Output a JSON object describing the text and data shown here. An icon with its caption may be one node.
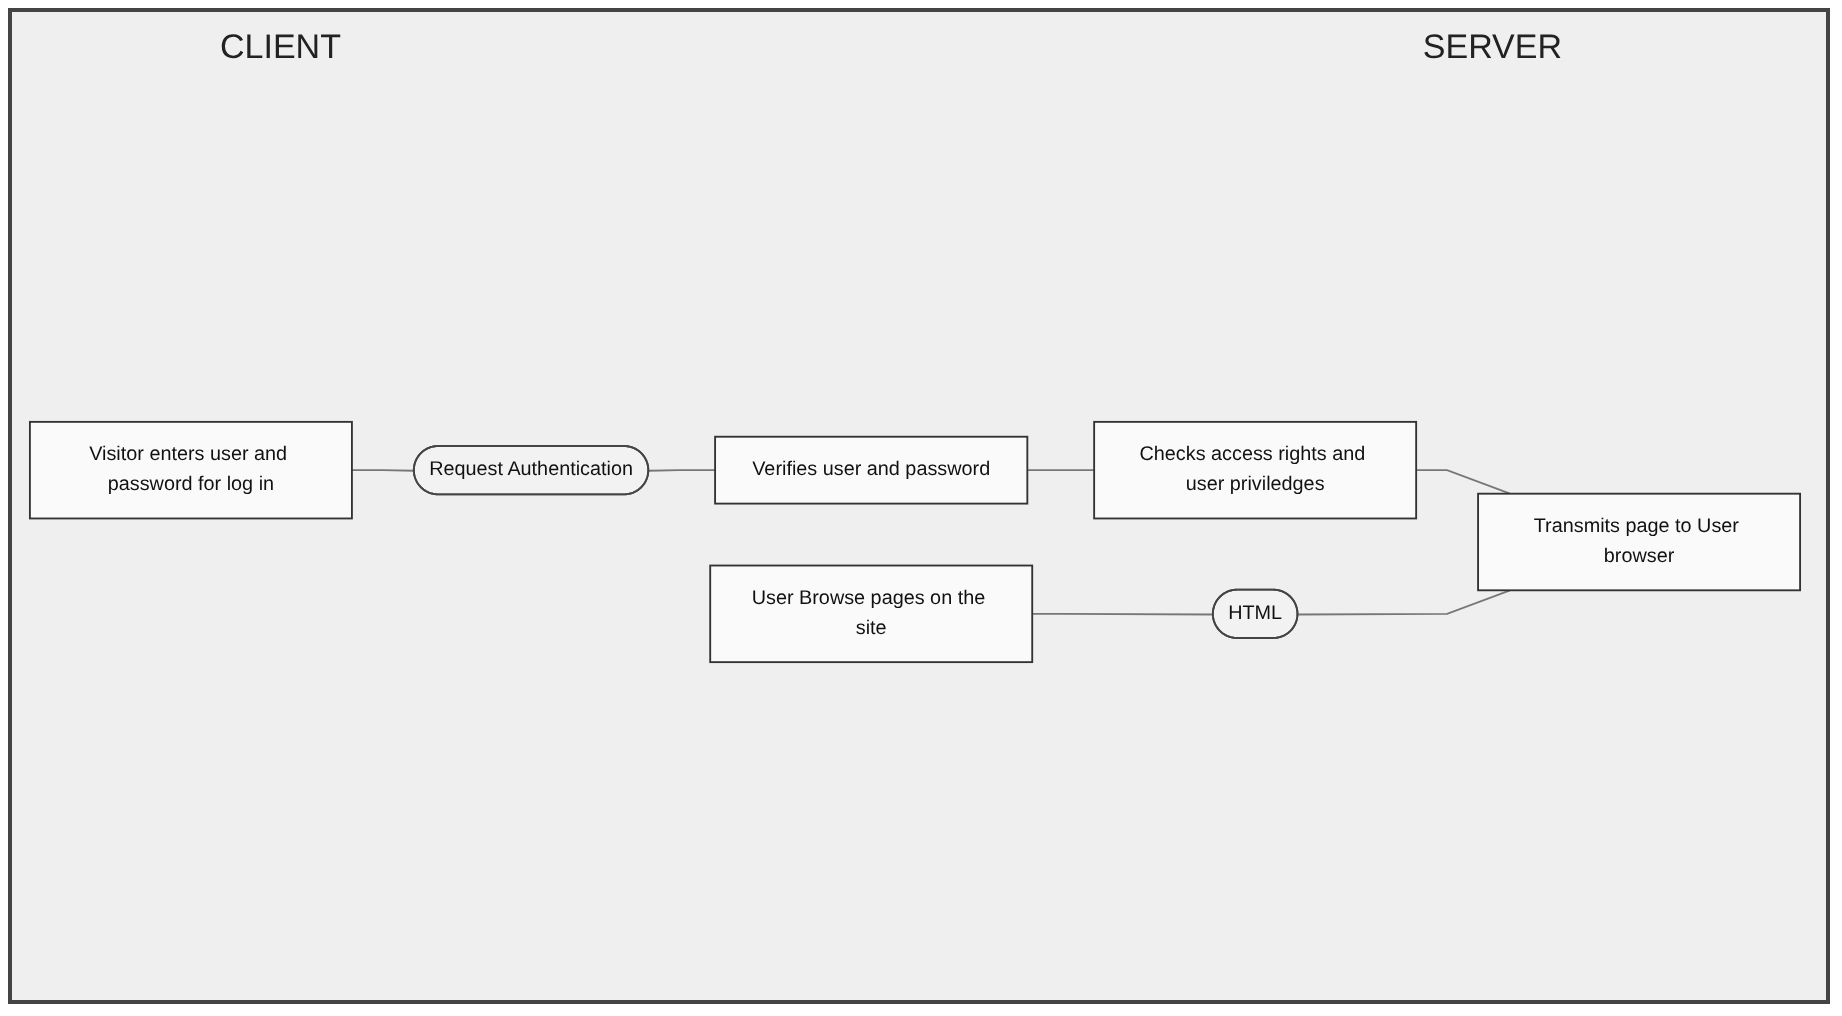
{
  "diagram": {
    "nodes": [
      {
        "text": [
          "Visitor enters user and password for log in"
        ]
      },
      {
        "text": [
          "Request Authentication"
        ]
      },
      {
        "text": [
          "Verifies user and password"
        ]
      },
      {
        "text": [
          "Checks access rights and user priviledges"
        ]
      },
      {
        "text": [
          "User Browse pages on the site"
        ]
      },
      {
        "text": [
          "HTML"
        ]
      },
      {
        "text": [
          "Transmits page to User browser"
        ]
      }
    ],
    "edges": [
      {
        "from": 0,
        "to": 1,
        "arrow": "none"
      },
      {
        "from": 1,
        "to": 2,
        "arrow": "none"
      },
      {
        "from": 2,
        "to": 3,
        "arrow": "none"
      },
      {
        "from": 3,
        "to": 6,
        "arrow": "none"
      },
      {
        "from": 4,
        "to": 5,
        "arrow": "none"
      },
      {
        "from": 5,
        "to": 6,
        "arrow": "none"
      }
    ],
    "labels": [
      "CLIENT",
      "SERVER"
    ]
  }
}
